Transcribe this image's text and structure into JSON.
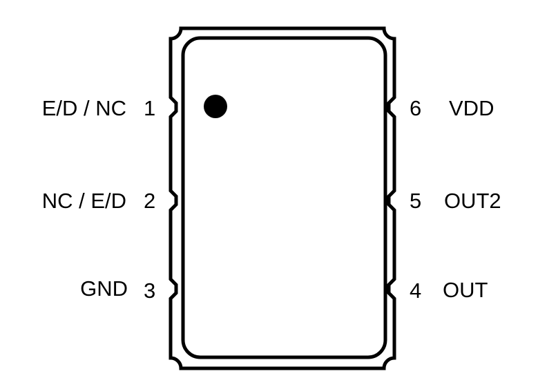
{
  "pins": [
    {
      "number": "1",
      "name": "E/D / NC"
    },
    {
      "number": "2",
      "name": "NC / E/D"
    },
    {
      "number": "3",
      "name": "GND"
    },
    {
      "number": "4",
      "name": "OUT"
    },
    {
      "number": "5",
      "name": "OUT2"
    },
    {
      "number": "6",
      "name": "VDD"
    }
  ]
}
